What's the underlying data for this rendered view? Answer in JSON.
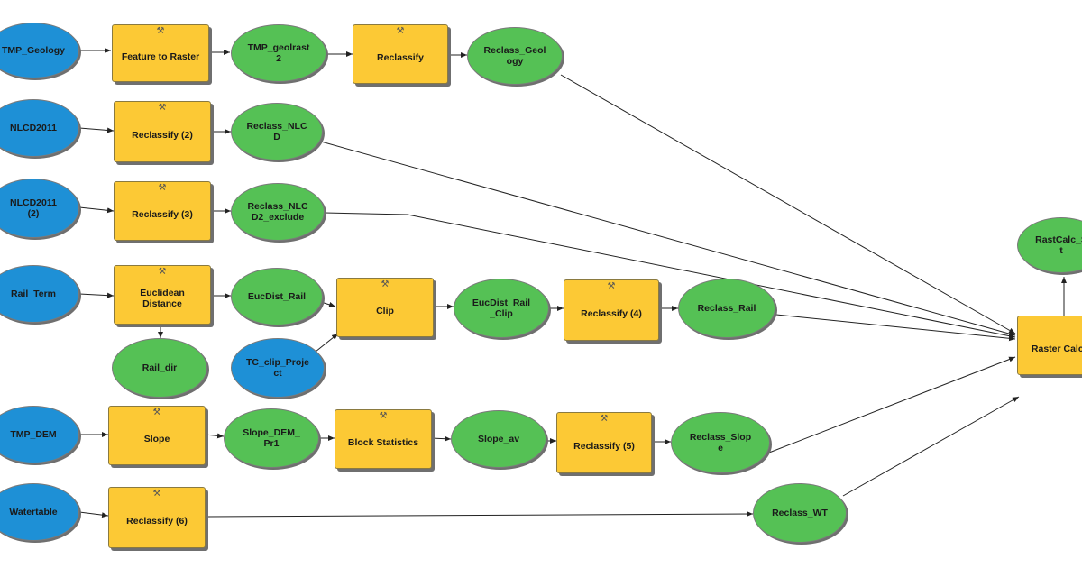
{
  "colors": {
    "input": "#1e90d6",
    "derived": "#55c155",
    "tool": "#fcc935",
    "connector": "#222222"
  },
  "nodes": {
    "tmp_geology": "TMP_Geology",
    "feature_to_raster": "Feature to Raster",
    "tmp_geolrast2": "TMP_geolrast\n2",
    "reclassify": "Reclassify",
    "reclass_geology": "Reclass_Geol\nogy",
    "nlcd2011": "NLCD2011",
    "reclassify_2": "Reclassify (2)",
    "reclass_nlcd": "Reclass_NLC\nD",
    "nlcd2011_2": "NLCD2011\n(2)",
    "reclassify_3": "Reclassify (3)",
    "reclass_nlcd2_exclude": "Reclass_NLC\nD2_exclude",
    "rail_term": "Rail_Term",
    "euclidean_distance": "Euclidean\nDistance",
    "eucdist_rail": "EucDist_Rail",
    "clip": "Clip",
    "eucdist_rail_clip": "EucDist_Rail\n_Clip",
    "reclassify_4": "Reclassify (4)",
    "reclass_rail": "Reclass_Rail",
    "rail_dir": "Rail_dir",
    "tc_clip_project": "TC_clip_Proje\nct",
    "tmp_dem": "TMP_DEM",
    "slope": "Slope",
    "slope_dem_pr1": "Slope_DEM_\nPr1",
    "block_statistics": "Block Statistics",
    "slope_av": "Slope_av",
    "reclassify_5": "Reclassify (5)",
    "reclass_slope": "Reclass_Slop\ne",
    "watertable": "Watertable",
    "reclassify_6": "Reclassify (6)",
    "reclass_wt": "Reclass_WT",
    "raster_calculator": "Raster Calcu",
    "rastcalc_s": "RastCalc_S\nt"
  },
  "icons": {
    "tool": "hammer-icon"
  }
}
